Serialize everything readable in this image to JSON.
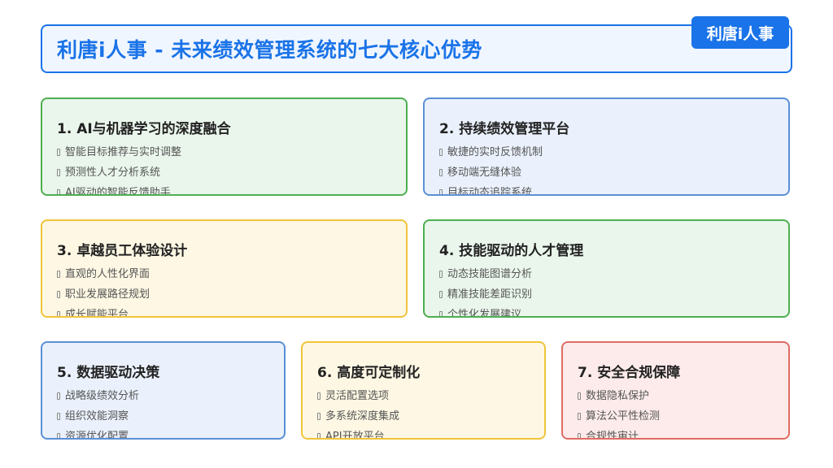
{
  "header": {
    "title": "利唐i人事 - 未来绩效管理系统的七大核心优势",
    "brand": "利唐i人事"
  },
  "cards": [
    {
      "title": "1. AI与机器学习的深度融合",
      "color": "green",
      "items": [
        "智能目标推荐与实时调整",
        "预测性人才分析系统",
        "AI驱动的智能反馈助手"
      ]
    },
    {
      "title": "2. 持续绩效管理平台",
      "color": "blue",
      "items": [
        "敏捷的实时反馈机制",
        "移动端无缝体验",
        "目标动态追踪系统"
      ]
    },
    {
      "title": "3. 卓越员工体验设计",
      "color": "yellow",
      "items": [
        "直观的人性化界面",
        "职业发展路径规划",
        "成长赋能平台"
      ]
    },
    {
      "title": "4. 技能驱动的人才管理",
      "color": "green",
      "items": [
        "动态技能图谱分析",
        "精准技能差距识别",
        "个性化发展建议"
      ]
    },
    {
      "title": "5. 数据驱动决策",
      "color": "blue",
      "items": [
        "战略级绩效分析",
        "组织效能洞察",
        "资源优化配置"
      ]
    },
    {
      "title": "6. 高度可定制化",
      "color": "yellow",
      "items": [
        "灵活配置选项",
        "多系统深度集成",
        "API开放平台"
      ]
    },
    {
      "title": "7. 安全合规保障",
      "color": "red",
      "items": [
        "数据隐私保护",
        "算法公平性检测",
        "合规性审计"
      ]
    }
  ]
}
